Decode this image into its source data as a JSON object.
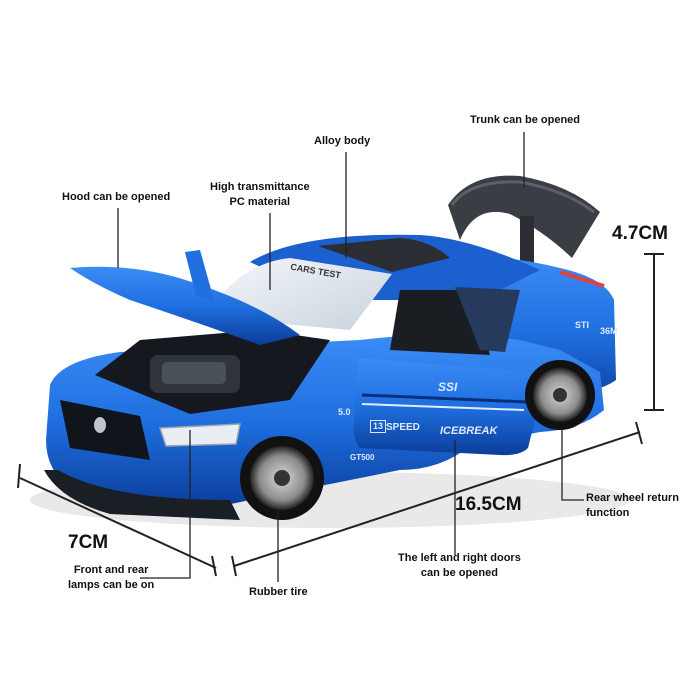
{
  "labels": {
    "hood": "Hood can be opened",
    "pc_line1": "High transmittance",
    "pc_line2": "PC material",
    "alloy": "Alloy body",
    "trunk": "Trunk can be opened",
    "lamps_line1": "Front and rear",
    "lamps_line2": "lamps can be on",
    "tire": "Rubber tire",
    "doors_line1": "The left and right doors",
    "doors_line2": "can be opened",
    "wheel_line1": "Rear wheel return",
    "wheel_line2": "function"
  },
  "dimensions": {
    "height": "4.7CM",
    "width": "7CM",
    "length": "16.5CM"
  },
  "car_markings": {
    "windshield": "CARS TEST",
    "door_badge": "SSI",
    "speed_box": "13",
    "speed_text": "SPEED",
    "door_script": "ICEBREAK",
    "fender": "5.0",
    "rocker": "GT500",
    "rear": "STI",
    "rear2": "36M"
  },
  "colors": {
    "car_blue": "#1f6fe0",
    "car_dark": "#0b3d9a",
    "line": "#222222"
  }
}
